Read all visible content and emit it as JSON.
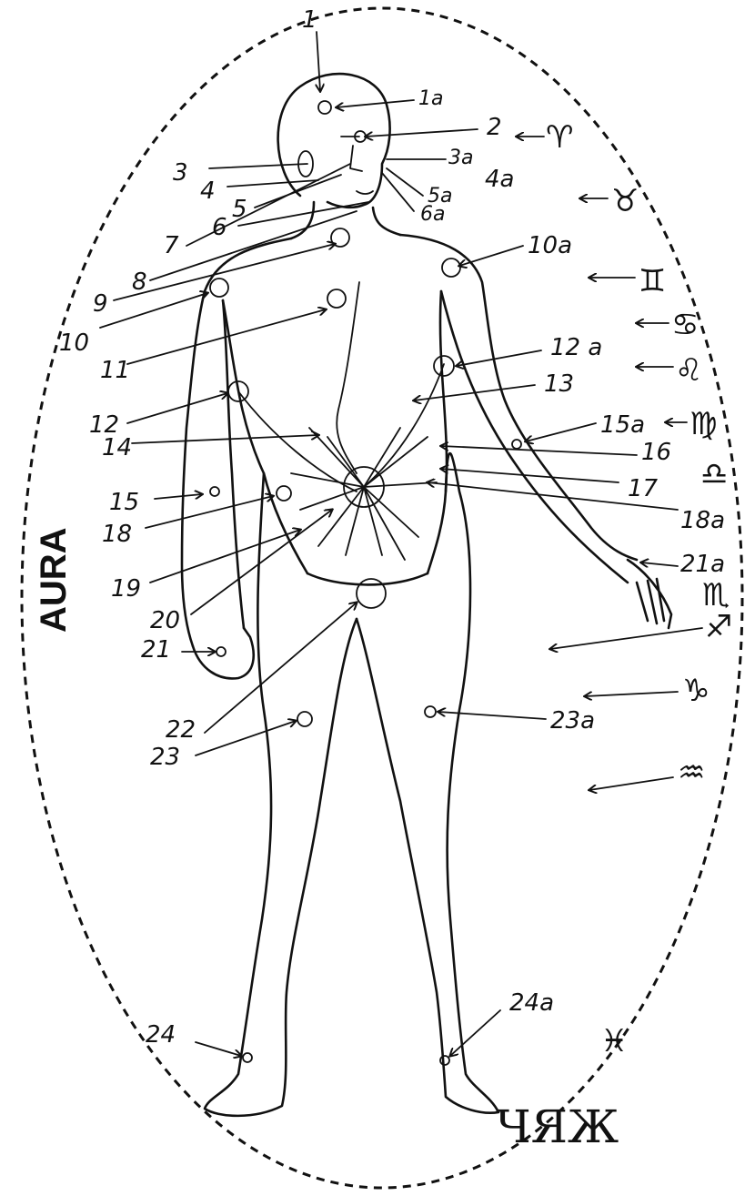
{
  "title": "AURA",
  "signature": "ЧЯЖ",
  "labels": {
    "l1": "1",
    "l1a": "1a",
    "l2": "2",
    "l3": "3",
    "l3a": "3a",
    "l4": "4",
    "l4a": "4a",
    "l5": "5",
    "l5a": "5a",
    "l6": "6",
    "l6a": "6a",
    "l7": "7",
    "l8": "8",
    "l9": "9",
    "l10": "10",
    "l10a": "10a",
    "l11": "11",
    "l12": "12",
    "l12a": "12 a",
    "l13": "13",
    "l14": "14",
    "l15": "15",
    "l15a": "15a",
    "l16": "16",
    "l17": "17",
    "l18": "18",
    "l18a": "18a",
    "l19": "19",
    "l20": "20",
    "l21": "21",
    "l21a": "21a",
    "l22": "22",
    "l23": "23",
    "l23a": "23a",
    "l24": "24",
    "l24a": "24a"
  },
  "zodiac": {
    "aries": "♈",
    "taurus": "♉",
    "gemini": "♊",
    "cancer": "♋",
    "leo": "♌",
    "virgo": "♍",
    "libra": "♎",
    "scorpio": "♏",
    "sagittarius": "♐",
    "capricorn": "♑",
    "aquarius": "♒",
    "pisces": "♓"
  }
}
